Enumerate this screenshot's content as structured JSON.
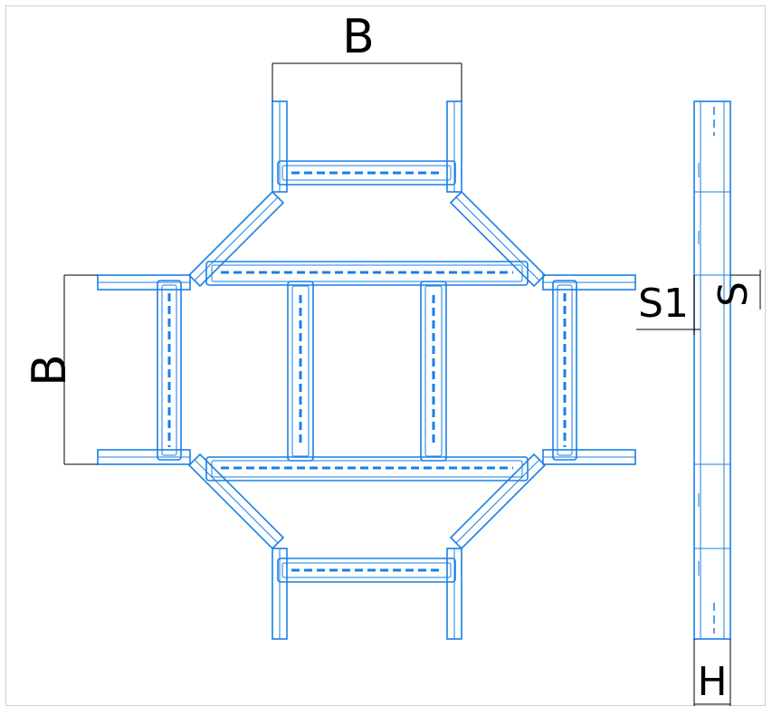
{
  "labels": {
    "b_top": "B",
    "b_left": "B",
    "s1": "S1",
    "s": "S",
    "h": "H"
  },
  "colors": {
    "part": "#1a7fe6",
    "dimension": "#000000",
    "frame": "#cfcfcf"
  }
}
